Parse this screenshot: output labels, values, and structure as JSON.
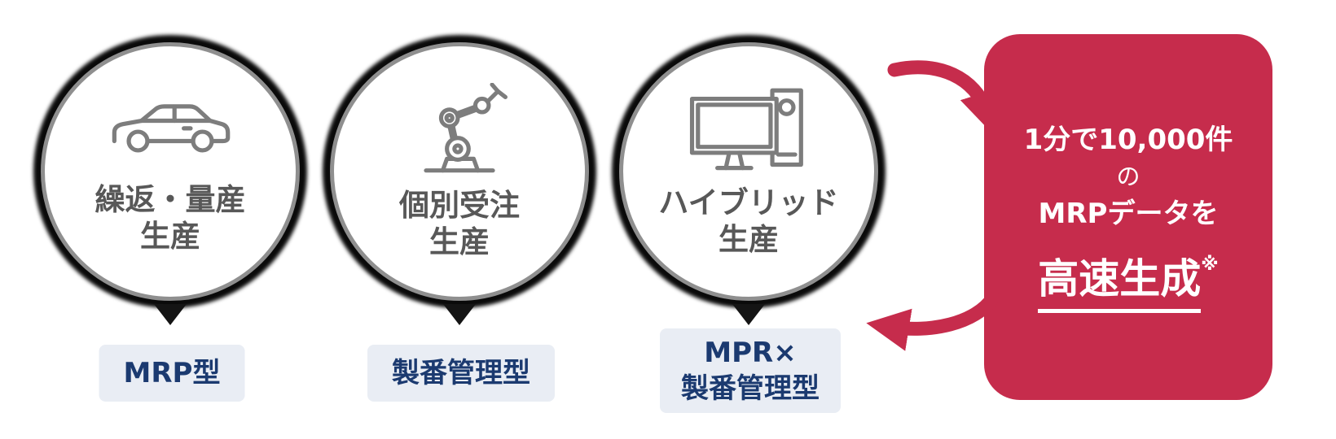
{
  "stations": [
    {
      "icon": "car-icon",
      "title_line1": "繰返・量産",
      "title_line2": "生産",
      "tag_line1": "MRP型"
    },
    {
      "icon": "robot-arm-icon",
      "title_line1": "個別受注",
      "title_line2": "生産",
      "tag_line1": "製番管理型"
    },
    {
      "icon": "monitor-icon",
      "title_line1": "ハイブリッド",
      "title_line2": "生産",
      "tag_line1": "MPR×",
      "tag_line2": "製番管理型"
    }
  ],
  "callout": {
    "line1": "1分で10,000件",
    "line2": "の",
    "line3": "MRPデータを",
    "highlight": "高速生成",
    "note_mark": "※"
  },
  "colors": {
    "accent_red": "#c62c4c",
    "tag_bg": "#e9edf4",
    "tag_text": "#1b3a70",
    "circle_text": "#585858",
    "icon_stroke": "#7d7d7d"
  }
}
